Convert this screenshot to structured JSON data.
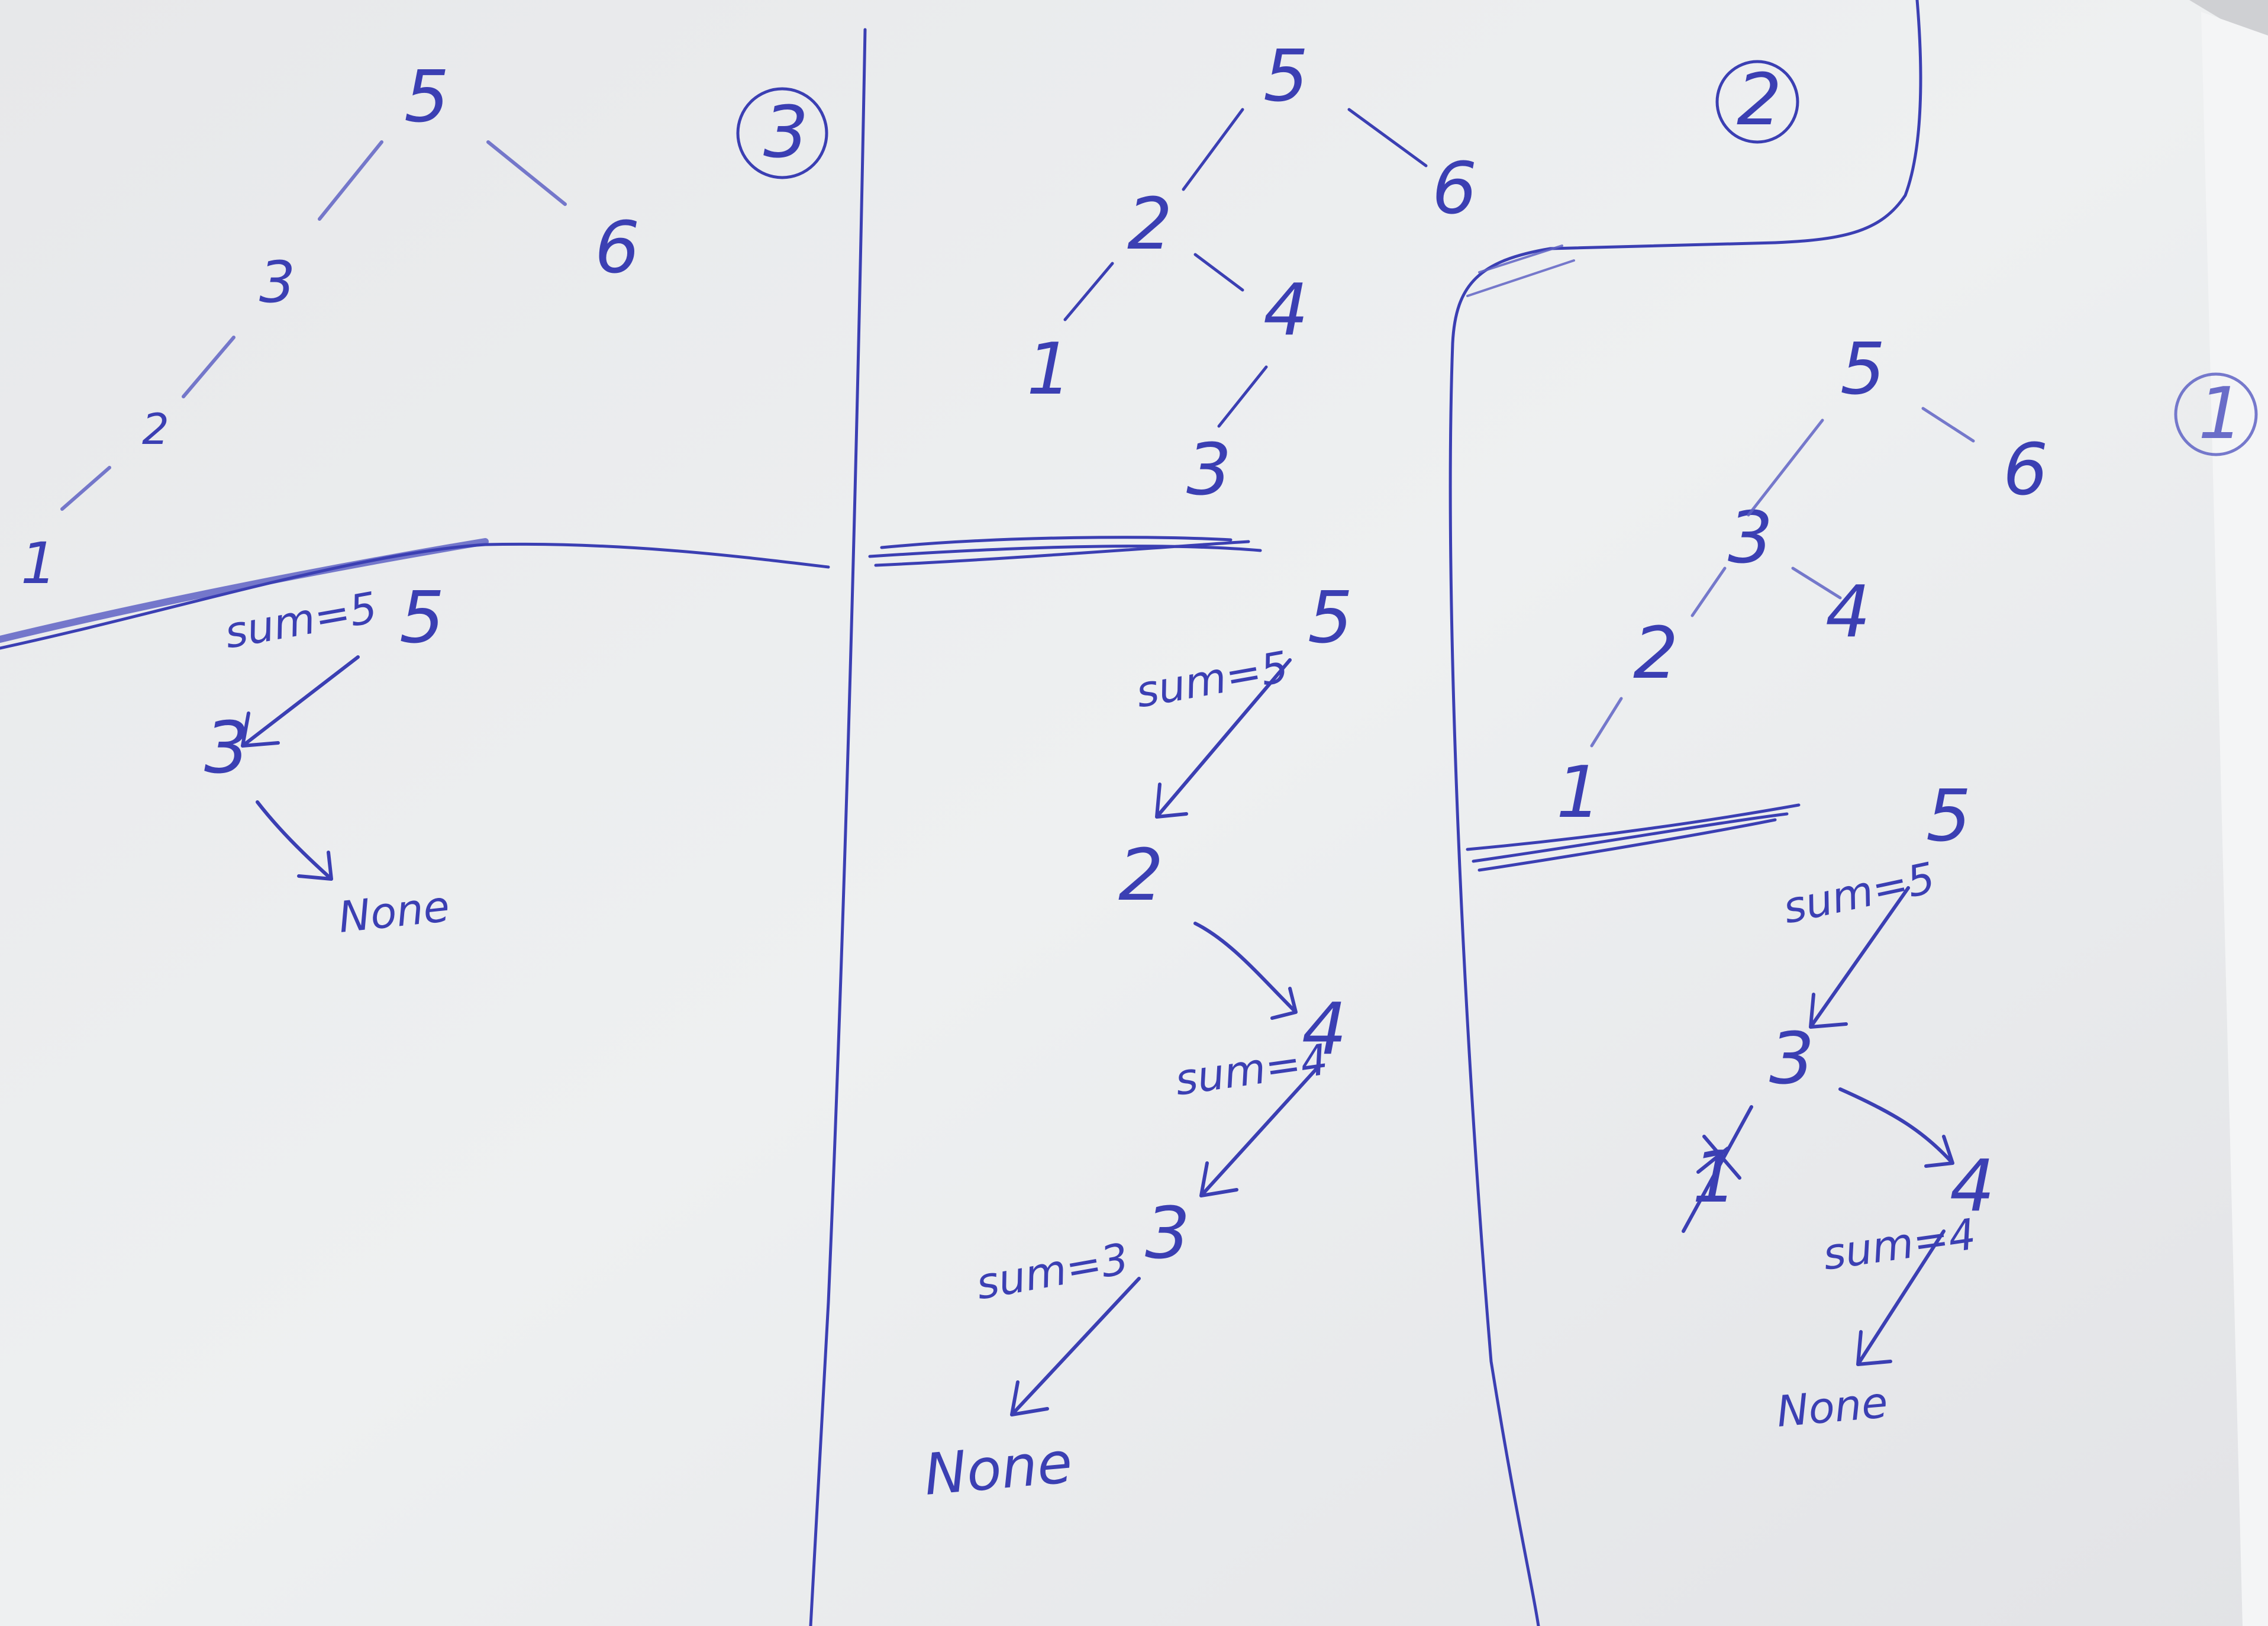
{
  "panels": [
    {
      "badge": "3",
      "tree_nodes": [
        "5",
        "6",
        "3",
        "2",
        "1"
      ],
      "trace": {
        "sum": "sum=5",
        "nodes": [
          "5",
          "3"
        ],
        "end": "None"
      }
    },
    {
      "badge": "2",
      "tree_nodes": [
        "5",
        "6",
        "2",
        "4",
        "1",
        "3"
      ],
      "trace": {
        "nodes": [
          "5",
          "2",
          "4",
          "3"
        ],
        "sums": [
          "sum=5",
          "sum=4",
          "sum=3"
        ],
        "end": "None"
      }
    },
    {
      "badge": "1",
      "tree_nodes": [
        "5",
        "6",
        "3",
        "4",
        "2",
        "1"
      ],
      "trace": {
        "nodes": [
          "5",
          "3",
          "4"
        ],
        "sums": [
          "sum=5",
          "sum=4"
        ],
        "crossed": "1",
        "end": "None"
      }
    }
  ]
}
